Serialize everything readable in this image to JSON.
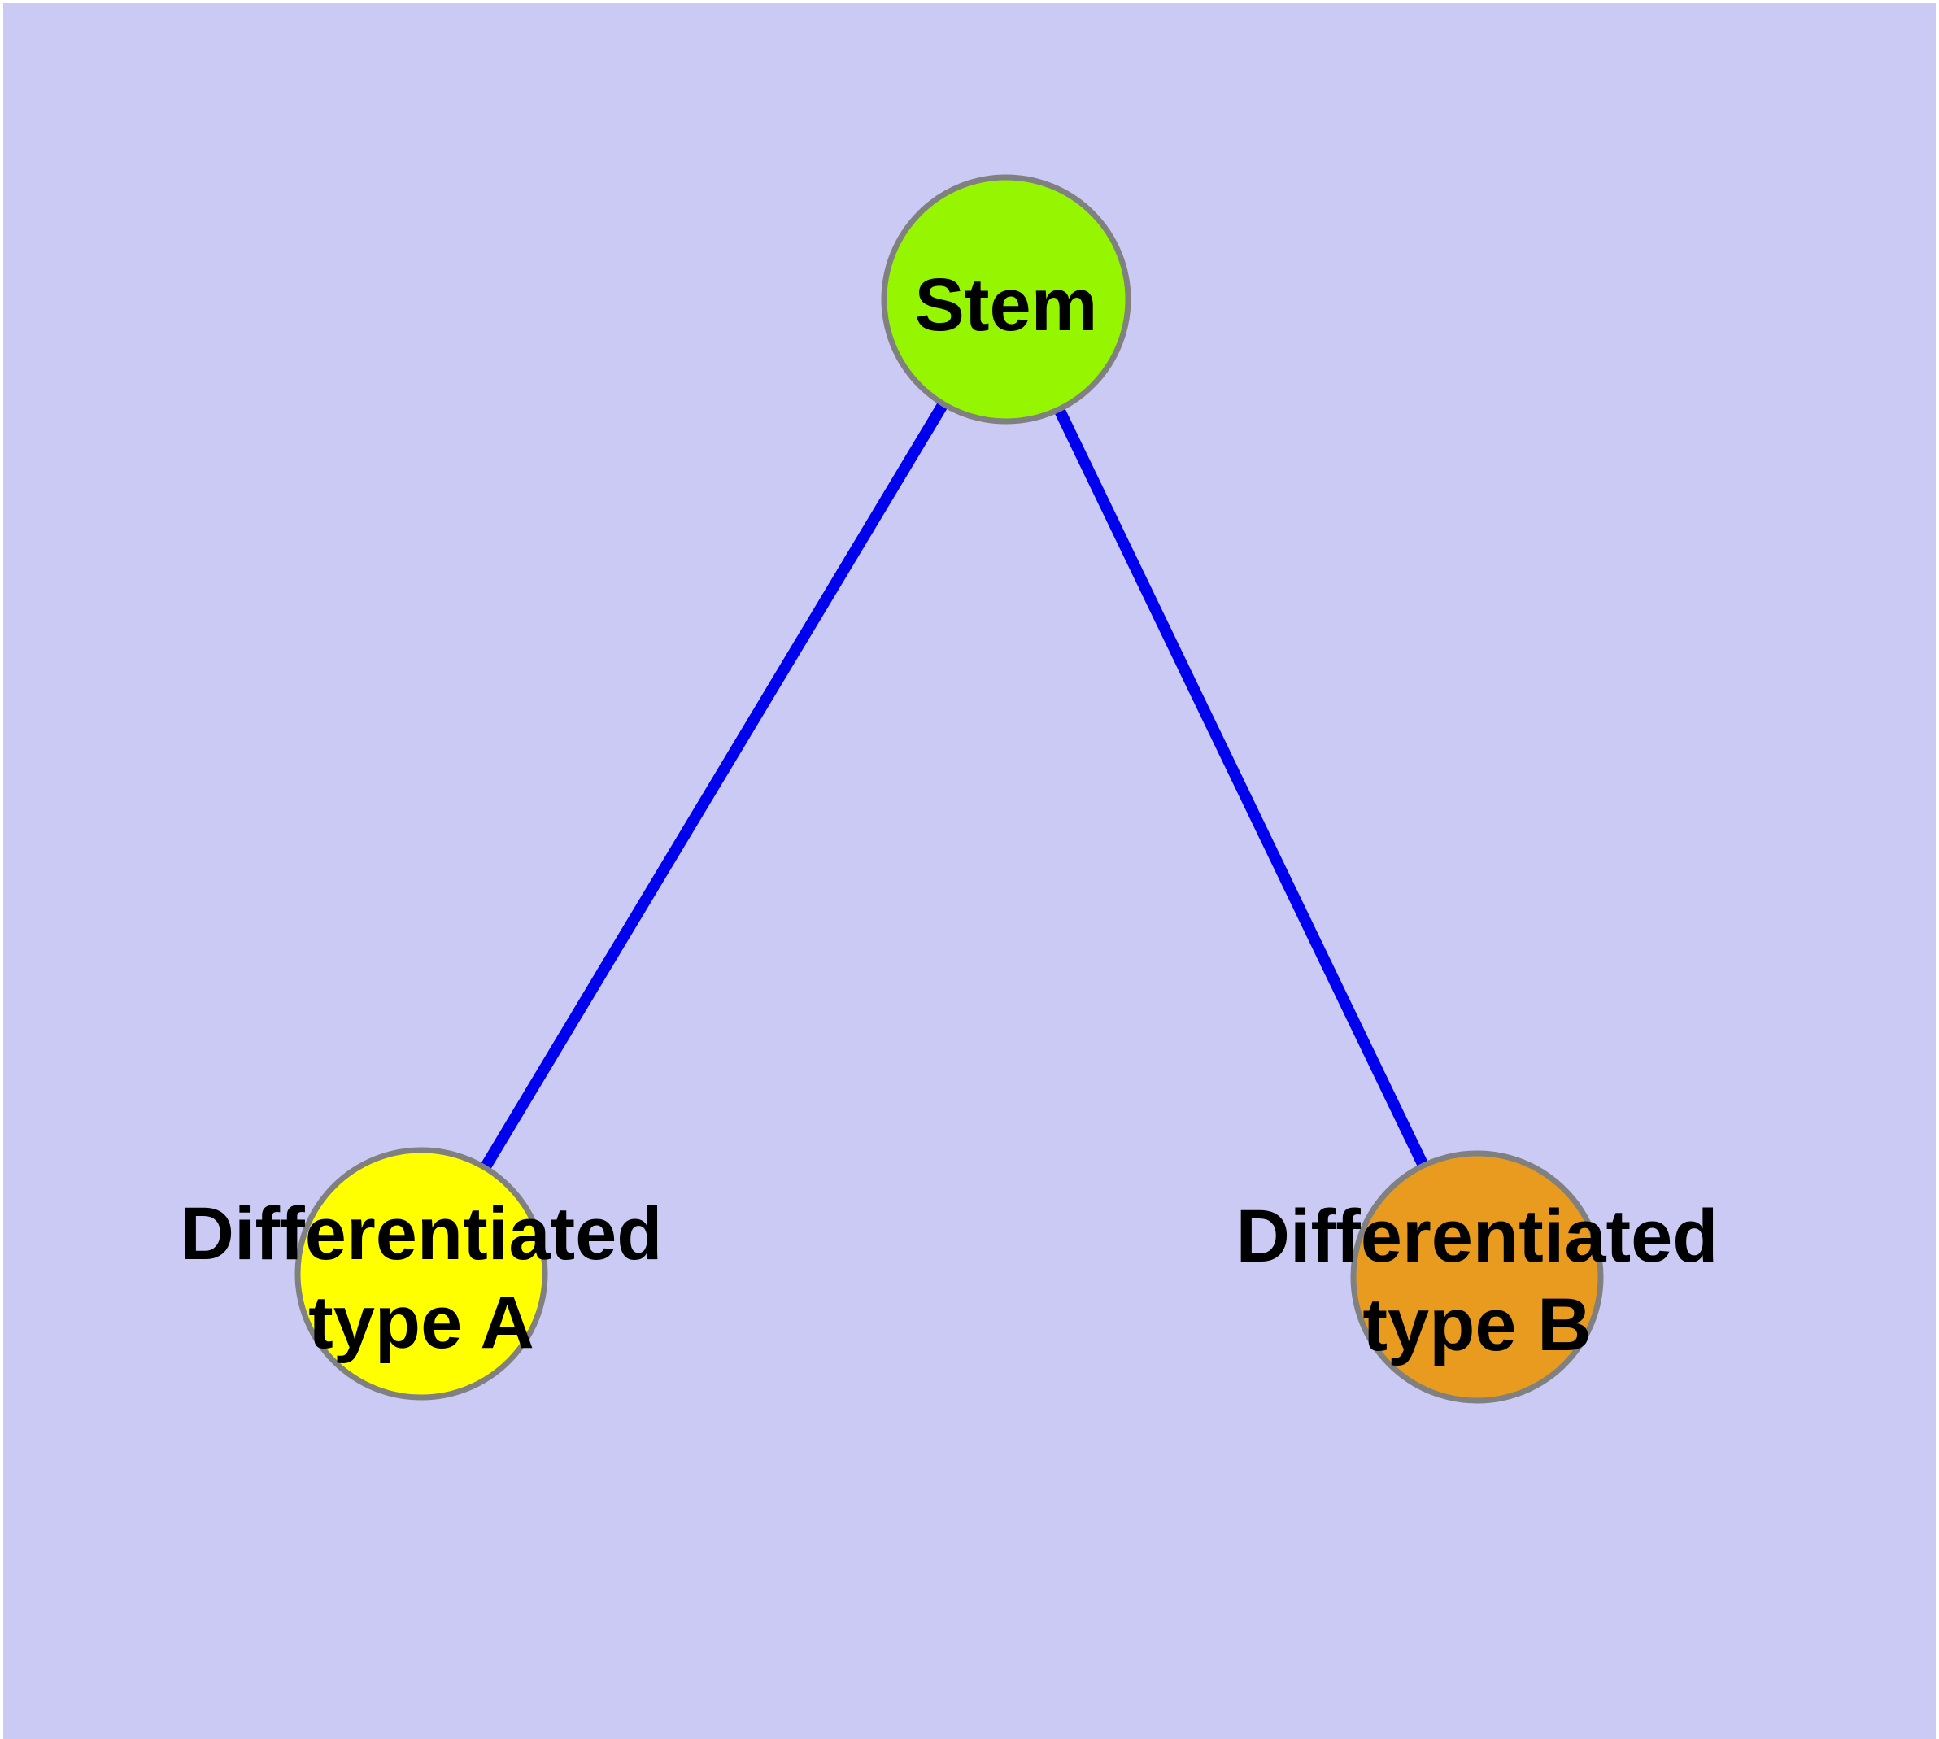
{
  "canvas": {
    "background_color": "#cacaf5",
    "border_color": "#ffffff"
  },
  "diagram": {
    "type": "node-link-graph",
    "description": "Stem cell differentiation diagram: a Stem node connected to two differentiated cell type nodes",
    "text_color": "#000000",
    "nodes": [
      {
        "id": "stem",
        "label": "Stem",
        "lines": [
          "Stem",
          ""
        ],
        "fill": "#96f500",
        "stroke": "#808080"
      },
      {
        "id": "type-a",
        "label": "Differentiated type A",
        "lines": [
          "Differentiated",
          "type A"
        ],
        "fill": "#ffff00",
        "stroke": "#808080"
      },
      {
        "id": "type-b",
        "label": "Differentiated type B",
        "lines": [
          "Differentiated",
          "type B"
        ],
        "fill": "#e89b1e",
        "stroke": "#808080"
      }
    ],
    "edges": [
      {
        "from": "stem",
        "to": "type-a",
        "color": "#0000ee"
      },
      {
        "from": "stem",
        "to": "type-b",
        "color": "#0000ee"
      }
    ]
  }
}
